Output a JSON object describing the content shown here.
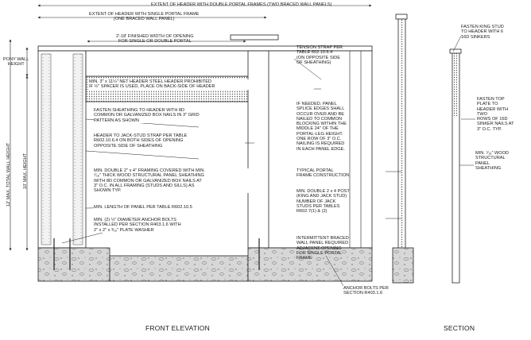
{
  "labels": {
    "extent_double": "EXTENT OF HEADER WITH DOUBLE PORTAL FRAMES (TWO BRACED WALL PANELS)",
    "extent_single": "EXTENT OF HEADER WITH SINGLE PORTAL FRAME\n(ONE BRACED WALL PANEL)",
    "opening_width": "2'-18' FINISHED WIDTH OF OPENING\nFOR SINGLE OR DOUBLE PORTAL",
    "pony_wall": "PONY WALL\nHEIGHT",
    "total_height": "12' MAX. TOTAL WALL HEIGHT",
    "max_height": "10' MAX. HEIGHT",
    "header_note": "MIN. 3\" x 11¼\" NET HEADER STEEL HEADER PROHIBITED\nIF ½\" SPACER IS USED, PLACE ON BACK-SIDE OF HEADER",
    "fasten_sheathing": "FASTEN SHEATHING TO HEADER WITH 8D\nCOMMON OR GALVANIZED BOX NAILS IN 3\" GRID\nPATTERN AS SHOWN",
    "jack_stud_strap": "HEADER TO JACK-STUD STRAP PER TABLE\nR602.10.6.4 ON BOTH SIDES OF OPENING\nOPPOSITE SIDE OF SHEATHING",
    "framing_note": "MIN. DOUBLE 2\" x 4\" FRAMING COVERED WITH MIN.\n⁷⁄₁₆\" THICK WOOD STRUCTURAL PANEL SHEATHING\nWITH 8D COMMON OR GALVANIZED BOX NAILS AT\n3\" O.C. IN ALL FRAMING (STUDS AND SILLS) AS\nSHOWN TYP.",
    "min_length": "MIN. LENGTH OF PANEL PER TABLE R602.10.5",
    "anchor_bolts_note": "MIN. (2) ½\" DIAMETER ANCHOR BOLTS\nINSTALLED PER SECTION R403.1.6 WITH\n2\" x 2\" x ³⁄₁₆\" PLATE WASHER",
    "tension_strap": "TENSION STRAP PER\nTABLE 602.10.6.4\n(ON OPPOSITE SIDE\nOF SHEATHING)",
    "panel_splice": "IF NEEDED, PANEL\nSPLICE EDGES SHALL\nOCCUR OVER AND BE\nNAILED TO COMMON\nBLOCKING WITHIN THE\nMIDDLE 24\" OF THE\nPORTAL-LEG HEIGHT.\nONE ROW OF 3\" O.C.\nNAILING IS REQUIRED\nIN EACH PANEL EDGE.",
    "typical_portal": "TYPICAL PORTAL\nFRAME CONSTRUCTION",
    "min_double_post": "MIN. DOUBLE 2 x 4 POST\n(KING AND JACK STUD)\nNUMBER OF JACK\nSTUDS PER TABLES\nR602.7(1) & (2)",
    "intermittent": "INTERMITTENT BRACED\nWALL PANEL REQUIRED\nADJACENT OPENING\nFOR SINGLE PORTAL\nFRAME",
    "anchor_bolts_section": "ANCHOR BOLTS PER\nSECTION R403.1.6",
    "fasten_king": "FASTEN KING STUD\nTO HEADER WITH 6\n16D SINKERS",
    "fasten_top": "FASTEN TOP\nPLATE TO\nHEADER WITH\nTWO\nROWS OF 16D\nSINKER NAILS AT\n3\" O.C. TYP.",
    "min_wood": "MIN. ⁷⁄₁₆\" WOOD\nSTRUCTURAL\nPANEL\nSHEATHING",
    "front_elevation": "FRONT ELEVATION",
    "section": "SECTION"
  }
}
